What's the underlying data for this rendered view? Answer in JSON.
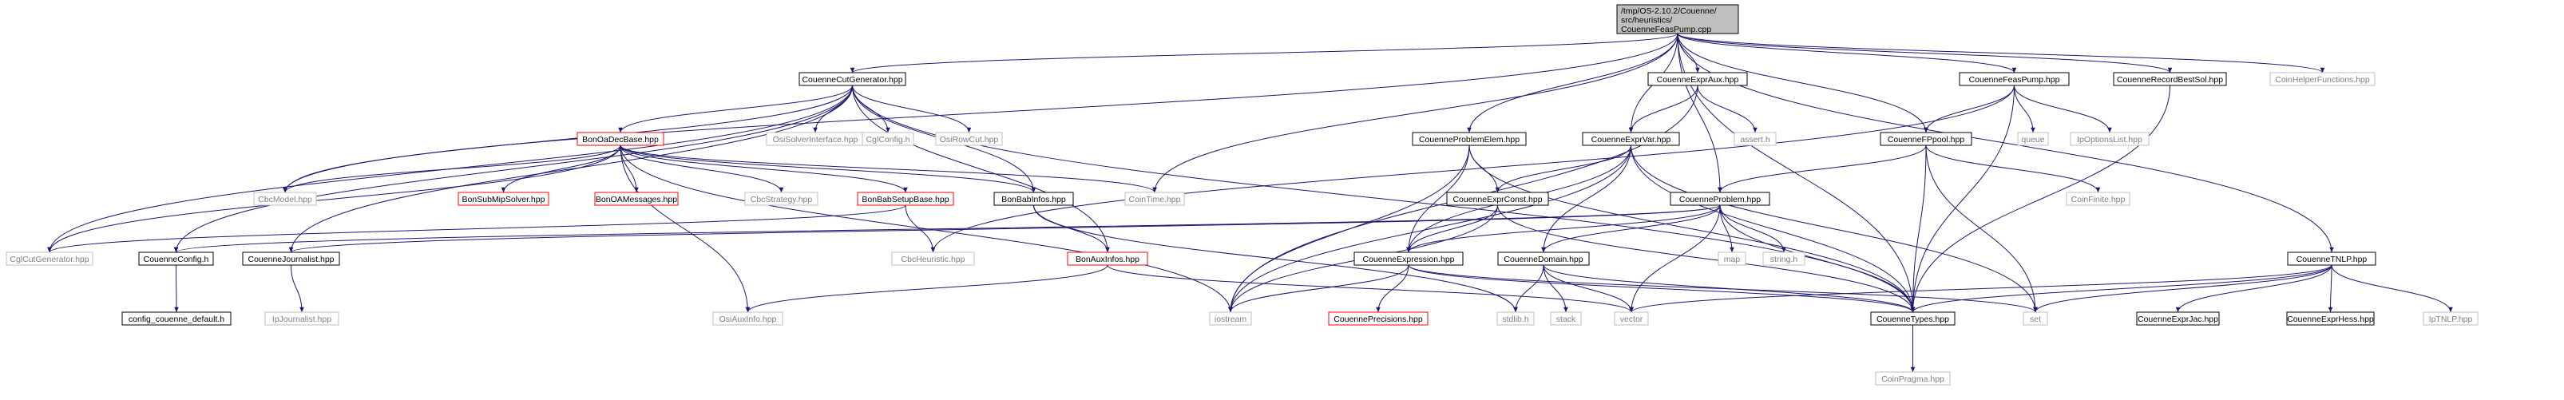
{
  "diagram": {
    "colors": {
      "root_fill": "#bfbfbf",
      "default_fill": "#ffffff",
      "default_border": "#000000",
      "missing_border": "#bfbfbf",
      "missing_text": "#808080",
      "red_border": "#ff0000",
      "edge": "#191970"
    },
    "nodes": [
      {
        "id": "root",
        "label": "/tmp/OS-2.10.2/Couenne/src/heuristics/CouenneFeasPump.cpp",
        "style": "root"
      },
      {
        "id": "cutgen",
        "label": "CouenneCutGenerator.hpp",
        "style": "default"
      },
      {
        "id": "expraux",
        "label": "CouenneExprAux.hpp",
        "style": "default"
      },
      {
        "id": "feaspump",
        "label": "CouenneFeasPump.hpp",
        "style": "default"
      },
      {
        "id": "recbest",
        "label": "CouenneRecordBestSol.hpp",
        "style": "default"
      },
      {
        "id": "coinhelper",
        "label": "CoinHelperFunctions.hpp",
        "style": "missing"
      },
      {
        "id": "bonoadec",
        "label": "BonOaDecBase.hpp",
        "style": "red"
      },
      {
        "id": "osisolver",
        "label": "OsiSolverInterface.hpp",
        "style": "missing"
      },
      {
        "id": "cglconfig",
        "label": "CglConfig.h",
        "style": "missing"
      },
      {
        "id": "osirowcut",
        "label": "OsiRowCut.hpp",
        "style": "missing"
      },
      {
        "id": "assert",
        "label": "assert.h",
        "style": "missing"
      },
      {
        "id": "exprvar",
        "label": "CouenneExprVar.hpp",
        "style": "default"
      },
      {
        "id": "probelem",
        "label": "CouenneProblemElem.hpp",
        "style": "default"
      },
      {
        "id": "fppool",
        "label": "CouenneFPpool.hpp",
        "style": "default"
      },
      {
        "id": "queue",
        "label": "queue",
        "style": "missing"
      },
      {
        "id": "ipoptlist",
        "label": "IpOptionsList.hpp",
        "style": "missing"
      },
      {
        "id": "cbcmodel",
        "label": "CbcModel.hpp",
        "style": "missing"
      },
      {
        "id": "bonsubmip",
        "label": "BonSubMipSolver.hpp",
        "style": "red"
      },
      {
        "id": "bonoamsg",
        "label": "BonOAMessages.hpp",
        "style": "red"
      },
      {
        "id": "cbcstrat",
        "label": "CbcStrategy.hpp",
        "style": "missing"
      },
      {
        "id": "bonbabsetup",
        "label": "BonBabSetupBase.hpp",
        "style": "red"
      },
      {
        "id": "bonbabinfos",
        "label": "BonBabInfos.hpp",
        "style": "default"
      },
      {
        "id": "cointime",
        "label": "CoinTime.hpp",
        "style": "missing"
      },
      {
        "id": "exprconst",
        "label": "CouenneExprConst.hpp",
        "style": "default"
      },
      {
        "id": "problem",
        "label": "CouenneProblem.hpp",
        "style": "default"
      },
      {
        "id": "coinfinite",
        "label": "CoinFinite.hpp",
        "style": "missing"
      },
      {
        "id": "cglcutgen",
        "label": "CglCutGenerator.hpp",
        "style": "missing"
      },
      {
        "id": "config",
        "label": "CouenneConfig.h",
        "style": "default"
      },
      {
        "id": "journalist",
        "label": "CouenneJournalist.hpp",
        "style": "default"
      },
      {
        "id": "cbcheur",
        "label": "CbcHeuristic.hpp",
        "style": "missing"
      },
      {
        "id": "bonauxinfos",
        "label": "BonAuxInfos.hpp",
        "style": "red"
      },
      {
        "id": "expression",
        "label": "CouenneExpression.hpp",
        "style": "default"
      },
      {
        "id": "domain",
        "label": "CouenneDomain.hpp",
        "style": "default"
      },
      {
        "id": "map",
        "label": "map",
        "style": "missing"
      },
      {
        "id": "stringh",
        "label": "string.h",
        "style": "missing"
      },
      {
        "id": "tnlp",
        "label": "CouenneTNLP.hpp",
        "style": "default"
      },
      {
        "id": "configdef",
        "label": "config_couenne_default.h",
        "style": "default"
      },
      {
        "id": "ipjournal",
        "label": "IpJournalist.hpp",
        "style": "missing"
      },
      {
        "id": "osiauxinfo",
        "label": "OsiAuxInfo.hpp",
        "style": "missing"
      },
      {
        "id": "iostream",
        "label": "iostream",
        "style": "missing"
      },
      {
        "id": "precisions",
        "label": "CouennePrecisions.hpp",
        "style": "red"
      },
      {
        "id": "stdlib",
        "label": "stdlib.h",
        "style": "missing"
      },
      {
        "id": "stack",
        "label": "stack",
        "style": "missing"
      },
      {
        "id": "vector",
        "label": "vector",
        "style": "missing"
      },
      {
        "id": "types",
        "label": "CouenneTypes.hpp",
        "style": "default"
      },
      {
        "id": "set",
        "label": "set",
        "style": "missing"
      },
      {
        "id": "exprjac",
        "label": "CouenneExprJac.hpp",
        "style": "default"
      },
      {
        "id": "exprhess",
        "label": "CouenneExprHess.hpp",
        "style": "default"
      },
      {
        "id": "iptnlp",
        "label": "IpTNLP.hpp",
        "style": "missing"
      },
      {
        "id": "coinpragma",
        "label": "CoinPragma.hpp",
        "style": "missing"
      }
    ],
    "edges": [
      [
        "root",
        "cutgen"
      ],
      [
        "root",
        "expraux"
      ],
      [
        "root",
        "feaspump"
      ],
      [
        "root",
        "recbest"
      ],
      [
        "root",
        "coinhelper"
      ],
      [
        "root",
        "probelem"
      ],
      [
        "root",
        "fppool"
      ],
      [
        "root",
        "cointime"
      ],
      [
        "root",
        "cbcmodel"
      ],
      [
        "root",
        "problem"
      ],
      [
        "root",
        "types"
      ],
      [
        "root",
        "tnlp"
      ],
      [
        "root",
        "exprvar"
      ],
      [
        "cutgen",
        "bonoadec"
      ],
      [
        "cutgen",
        "osisolver"
      ],
      [
        "cutgen",
        "cglconfig"
      ],
      [
        "cutgen",
        "osirowcut"
      ],
      [
        "cutgen",
        "bonbabinfos"
      ],
      [
        "cutgen",
        "cbcmodel"
      ],
      [
        "cutgen",
        "cglcutgen"
      ],
      [
        "cutgen",
        "config"
      ],
      [
        "cutgen",
        "journalist"
      ],
      [
        "cutgen",
        "bonauxinfos"
      ],
      [
        "cutgen",
        "types"
      ],
      [
        "expraux",
        "exprvar"
      ],
      [
        "expraux",
        "assert"
      ],
      [
        "expraux",
        "iostream"
      ],
      [
        "feaspump",
        "fppool"
      ],
      [
        "feaspump",
        "queue"
      ],
      [
        "feaspump",
        "ipoptlist"
      ],
      [
        "feaspump",
        "types"
      ],
      [
        "feaspump",
        "cbcheur"
      ],
      [
        "recbest",
        "types"
      ],
      [
        "tnlp",
        "vector"
      ],
      [
        "tnlp",
        "set"
      ],
      [
        "tnlp",
        "exprjac"
      ],
      [
        "tnlp",
        "exprhess"
      ],
      [
        "tnlp",
        "iptnlp"
      ],
      [
        "tnlp",
        "types"
      ],
      [
        "bonoadec",
        "bonsubmip"
      ],
      [
        "bonoadec",
        "bonoamsg"
      ],
      [
        "bonoadec",
        "cbcstrat"
      ],
      [
        "bonoadec",
        "bonbabsetup"
      ],
      [
        "bonoadec",
        "bonbabinfos"
      ],
      [
        "bonoadec",
        "cointime"
      ],
      [
        "bonoadec",
        "cbcmodel"
      ],
      [
        "bonoadec",
        "cglcutgen"
      ],
      [
        "bonoadec",
        "osiauxinfo"
      ],
      [
        "bonoadec",
        "iostream"
      ],
      [
        "bonbabsetup",
        "cbcheur"
      ],
      [
        "bonbabsetup",
        "cglcutgen"
      ],
      [
        "bonbabinfos",
        "bonauxinfos"
      ],
      [
        "bonbabinfos",
        "stdlib"
      ],
      [
        "bonauxinfos",
        "osiauxinfo"
      ],
      [
        "bonauxinfos",
        "vector"
      ],
      [
        "exprvar",
        "exprconst"
      ],
      [
        "exprvar",
        "expression"
      ],
      [
        "exprvar",
        "domain"
      ],
      [
        "exprvar",
        "types"
      ],
      [
        "exprvar",
        "iostream"
      ],
      [
        "exprvar",
        "set"
      ],
      [
        "probelem",
        "exprconst"
      ],
      [
        "probelem",
        "expression"
      ],
      [
        "probelem",
        "types"
      ],
      [
        "probelem",
        "iostream"
      ],
      [
        "exprconst",
        "expression"
      ],
      [
        "exprconst",
        "types"
      ],
      [
        "exprconst",
        "iostream"
      ],
      [
        "fppool",
        "problem"
      ],
      [
        "fppool",
        "types"
      ],
      [
        "fppool",
        "coinfinite"
      ],
      [
        "fppool",
        "set"
      ],
      [
        "problem",
        "expression"
      ],
      [
        "problem",
        "domain"
      ],
      [
        "problem",
        "map"
      ],
      [
        "problem",
        "stringh"
      ],
      [
        "problem",
        "vector"
      ],
      [
        "problem",
        "types"
      ],
      [
        "problem",
        "journalist"
      ],
      [
        "problem",
        "config"
      ],
      [
        "expression",
        "iostream"
      ],
      [
        "expression",
        "precisions"
      ],
      [
        "expression",
        "types"
      ],
      [
        "expression",
        "set"
      ],
      [
        "domain",
        "stdlib"
      ],
      [
        "domain",
        "stack"
      ],
      [
        "domain",
        "types"
      ],
      [
        "domain",
        "vector"
      ],
      [
        "config",
        "configdef"
      ],
      [
        "journalist",
        "ipjournal"
      ],
      [
        "types",
        "coinpragma"
      ]
    ]
  }
}
